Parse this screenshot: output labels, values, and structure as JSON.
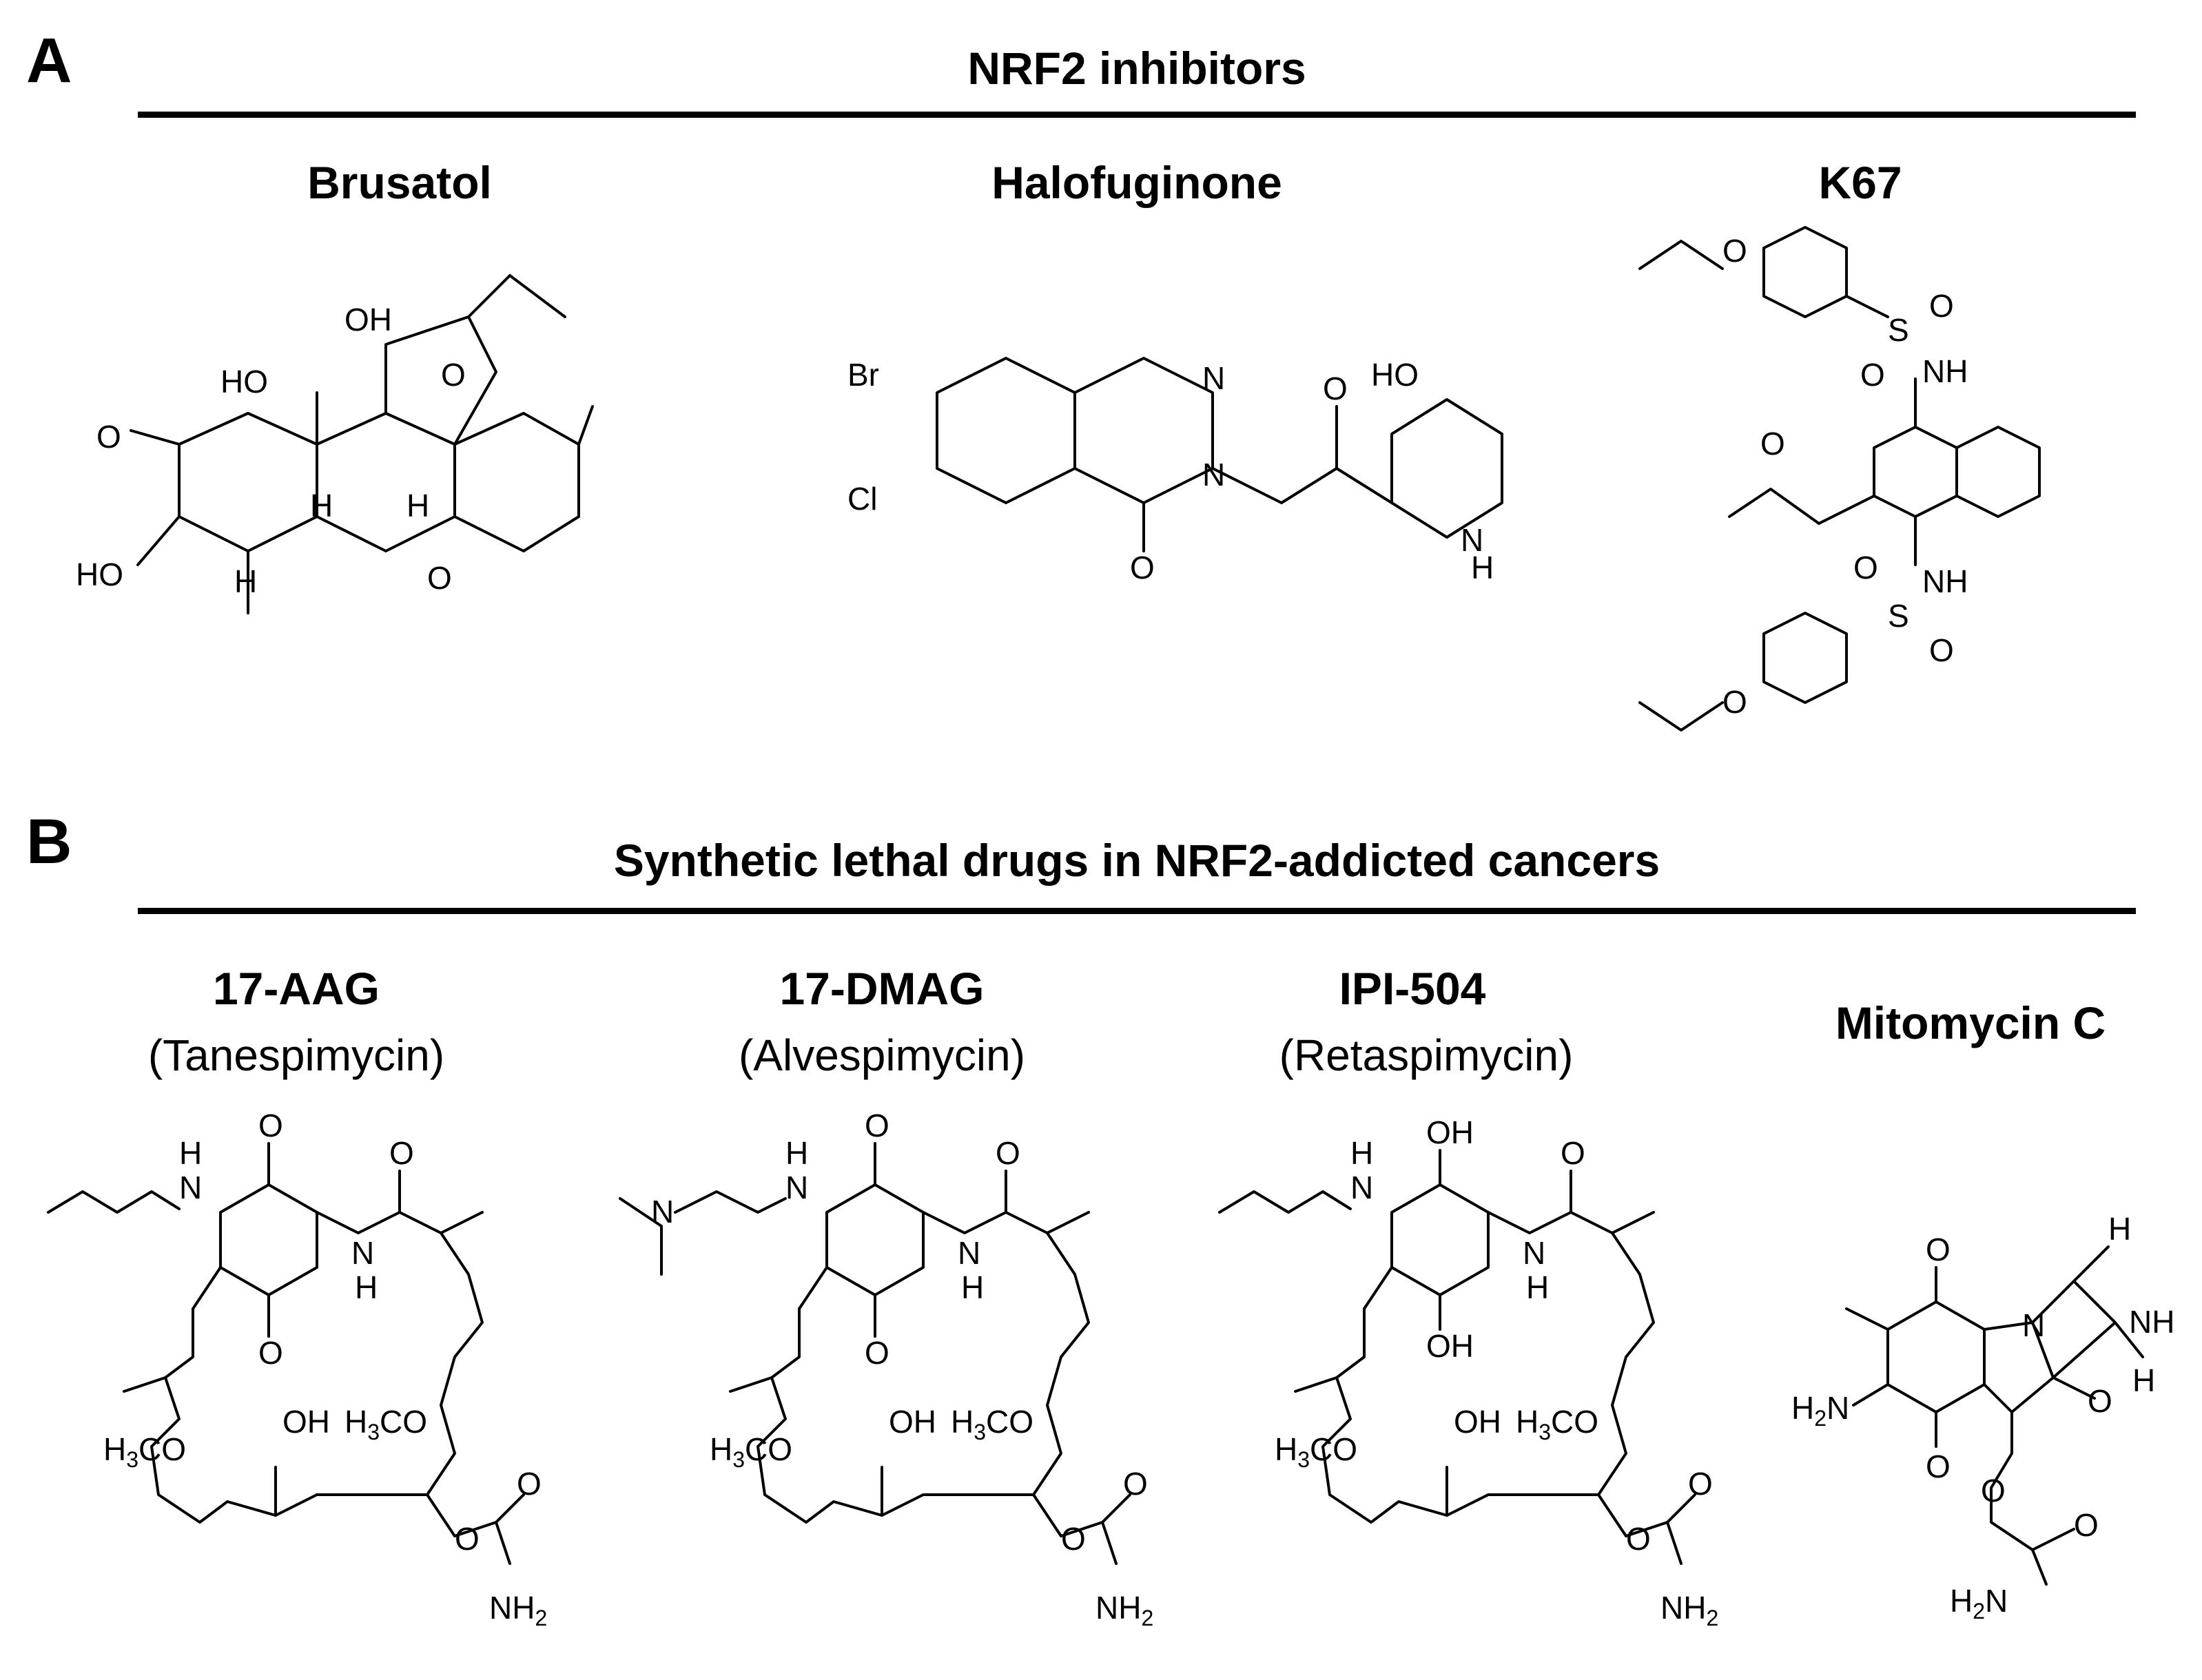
{
  "panels": [
    {
      "letter": "A",
      "title": "NRF2 inhibitors",
      "compounds": [
        {
          "name": "Brusatol"
        },
        {
          "name": "Halofuginone"
        },
        {
          "name": "K67"
        }
      ]
    },
    {
      "letter": "B",
      "title": "Synthetic lethal drugs in NRF2-addicted cancers",
      "compounds": [
        {
          "name": "17-AAG",
          "alias": "(Tanespimycin)"
        },
        {
          "name": "17-DMAG",
          "alias": "(Alvespimycin)"
        },
        {
          "name": "IPI-504",
          "alias": "(Retaspimycin)"
        },
        {
          "name": "Mitomycin C"
        }
      ]
    }
  ],
  "atoms": {
    "O": "O",
    "OH": "OH",
    "HO": "HO",
    "H": "H",
    "N": "N",
    "NH": "NH",
    "S": "S",
    "Br": "Br",
    "Cl": "Cl",
    "HN": "H",
    "N_amine": "N",
    "H3CO_main": "H",
    "H3CO_sub": "3",
    "H3CO_tail": "CO",
    "NH2_main": "NH",
    "NH2_sub": "2",
    "H2N_main": "H",
    "H2N_sub": "2",
    "H2N_tail": "N"
  }
}
